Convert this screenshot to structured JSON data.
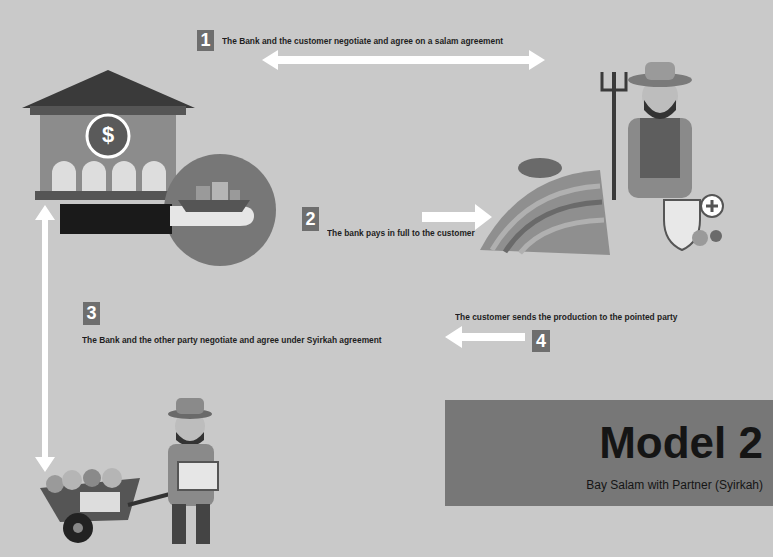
{
  "diagram": {
    "nodes": [
      {
        "text": [
          "Model 2",
          "Bay Salam with Partner (Syirkah)"
        ]
      }
    ],
    "labels": [
      "1",
      "The Bank and the customer negotiate and agree on a salam agreement",
      "$",
      "2",
      "The bank pays in full to the customer",
      "3",
      "The Bank and the other party negotiate and agree under Syirkah agreement",
      "The customer sends the production to the pointed party",
      "4"
    ]
  }
}
